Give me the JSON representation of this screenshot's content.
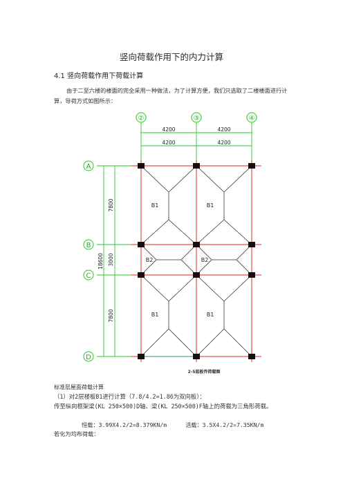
{
  "title": "竖向荷载作用下的内力计算",
  "section_heading": "4.1 竖向荷载作用下荷载计算",
  "intro": "由于二至六楼的楼面的完全采用一种做法，为了计算方便，我们只选取了二楼楼面进行计算，导荷方式如图所示：",
  "drawing": {
    "col_labels": [
      "②",
      "③",
      "④"
    ],
    "row_labels": [
      "A",
      "B",
      "C",
      "D"
    ],
    "top_dims": [
      "4200",
      "4200"
    ],
    "top_dims2": [
      "4200",
      "4200"
    ],
    "left_dims": [
      "7800",
      "3000",
      "7800"
    ],
    "total_dim": "18600",
    "panel_labels": [
      "B1",
      "B1",
      "B2",
      "B2",
      "B1",
      "B1"
    ],
    "caption": "2-5层板传荷载图"
  },
  "text": {
    "line1": "标准层屋面荷载计算",
    "line2": "（1）对2层楼板B1进行计算（7.8/4.2=1.86为双向板）：",
    "line3": "传至纵向框架梁(KL 250×500)D轴、梁(KL 250×500)F轴上的荷载为三角形荷载。",
    "line4a": "恒载：3.99X4.2/2=8.379KN/m",
    "line4b": "活载：3.5X4.2/2=7.35KN/m",
    "line5": "若化为均布荷载："
  }
}
